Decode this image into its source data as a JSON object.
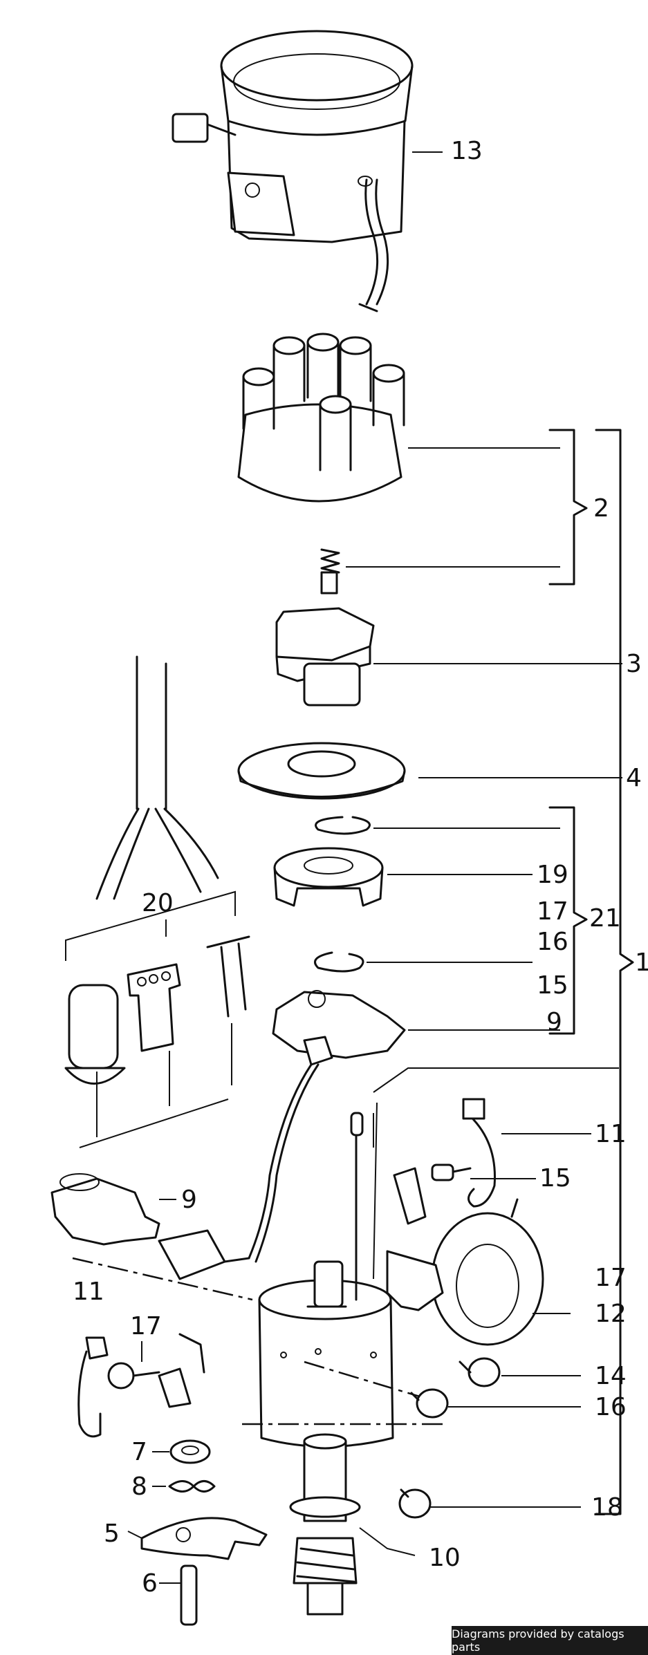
{
  "labels": {
    "l13": "13",
    "l2": "2",
    "l3": "3",
    "l4": "4",
    "l19": "19",
    "l17a": "17",
    "l21": "21",
    "l16a": "16",
    "l15a": "15",
    "l9a": "9",
    "l1": "1",
    "l20": "20",
    "l11a": "11",
    "l15b": "15",
    "l9b": "9",
    "l17b": "17",
    "l12": "12",
    "l11b": "11",
    "l17c": "17",
    "l14": "14",
    "l16b": "16",
    "l7": "7",
    "l8": "8",
    "l18": "18",
    "l5": "5",
    "l10": "10",
    "l6": "6"
  },
  "credit": "Diagrams provided by catalogs parts"
}
